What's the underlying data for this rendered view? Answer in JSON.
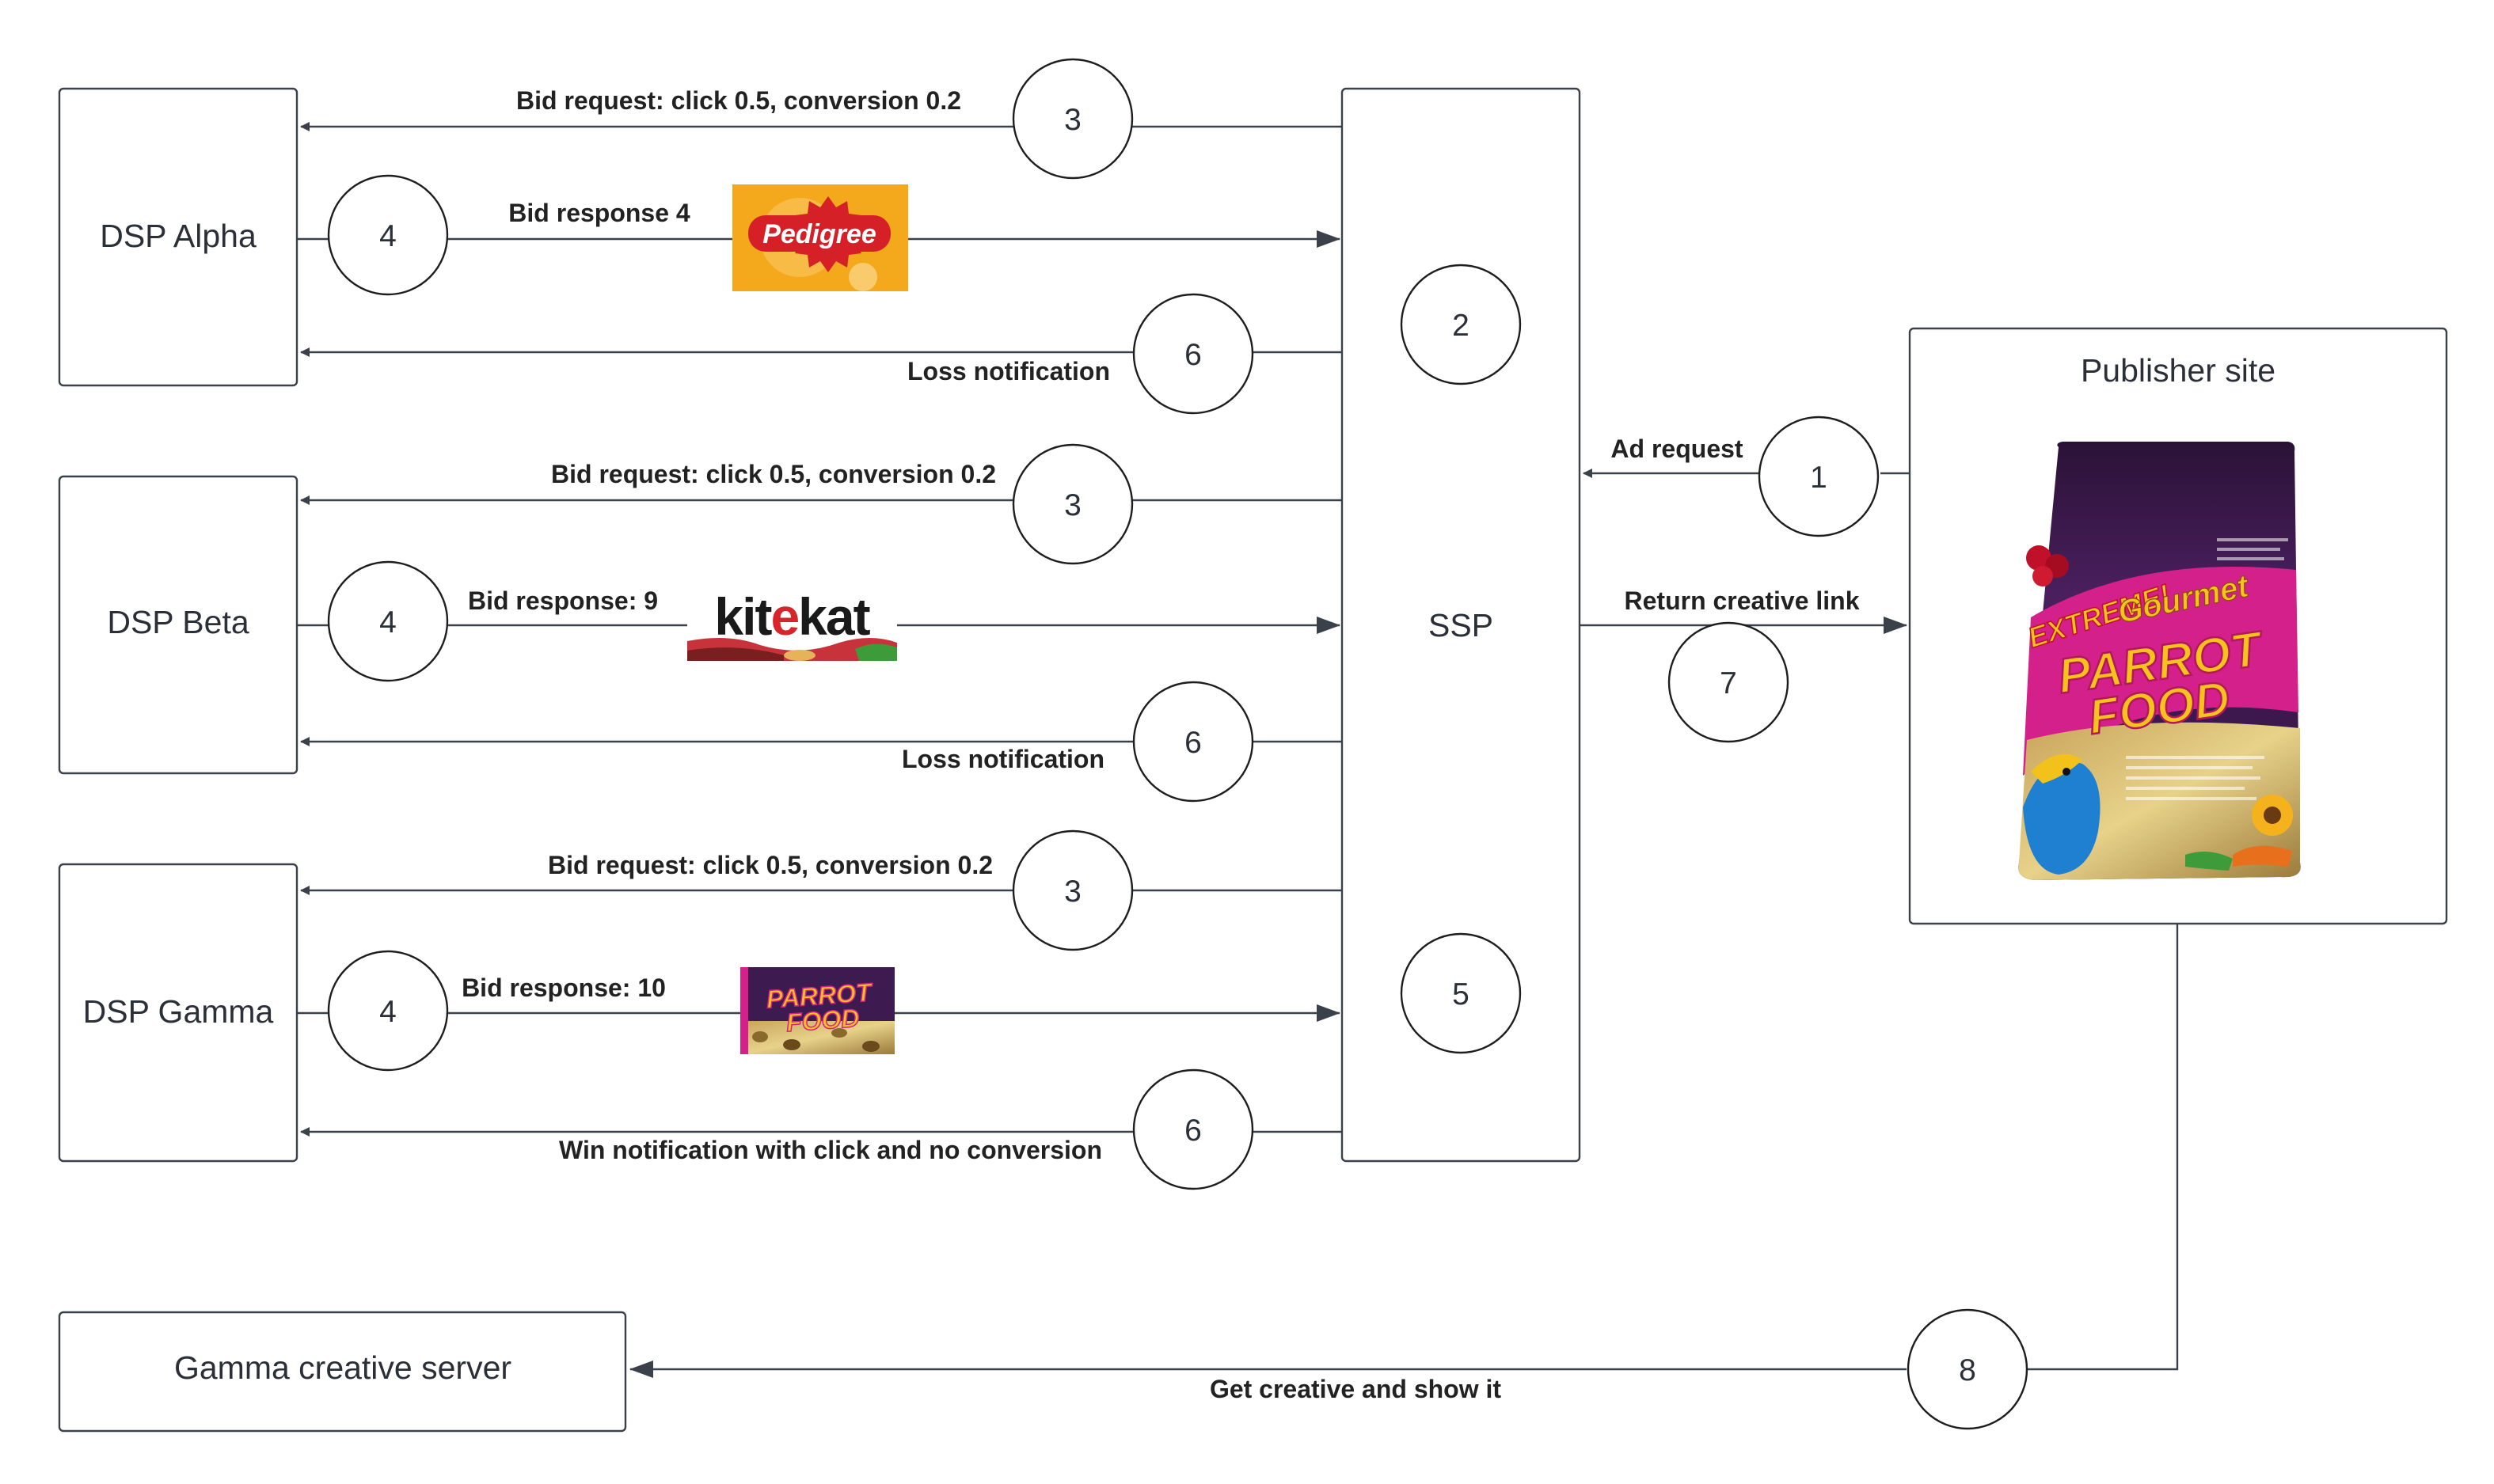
{
  "nodes": {
    "dsp_alpha": "DSP Alpha",
    "dsp_beta": "DSP Beta",
    "dsp_gamma": "DSP Gamma",
    "ssp": "SSP",
    "publisher": "Publisher site",
    "gamma_server": "Gamma creative server"
  },
  "steps": {
    "s1": "1",
    "s2": "2",
    "s3a": "3",
    "s3b": "3",
    "s3c": "3",
    "s4a": "4",
    "s4b": "4",
    "s4c": "4",
    "s5": "5",
    "s6a": "6",
    "s6b": "6",
    "s6c": "6",
    "s7": "7",
    "s8": "8"
  },
  "edges": {
    "alpha_request": "Bid request: click 0.5, conversion 0.2",
    "alpha_response": "Bid response 4",
    "alpha_loss": "Loss notification",
    "beta_request": "Bid request: click 0.5, conversion 0.2",
    "beta_response": "Bid response: 9",
    "beta_loss": "Loss notification",
    "gamma_request": "Bid request: click 0.5, conversion 0.2",
    "gamma_response": "Bid response: 10",
    "gamma_win": "Win notification with click and no conversion",
    "ad_request": "Ad request",
    "return_creative": "Return creative link",
    "get_creative": "Get creative and show it"
  },
  "creatives": {
    "pedigree": "Pedigree",
    "kitekat_pre": "kit",
    "kitekat_e": "e",
    "kitekat_post": "kat",
    "parrot_brand": "EXTREME!",
    "parrot_gourmet": "Gourmet",
    "parrot_line1": "PARROT",
    "parrot_line2": "FOOD",
    "small_line1": "PARROT",
    "small_line2": "FOOD"
  },
  "colors": {
    "stroke": "#3a414a",
    "pedigree_bg": "#f4a81c",
    "pedigree_badge": "#d52027",
    "kitekat_red": "#d6262b",
    "bag_purple": "#3d1a4f",
    "bag_magenta": "#d4208a",
    "bag_yellow": "#f7c21e"
  }
}
